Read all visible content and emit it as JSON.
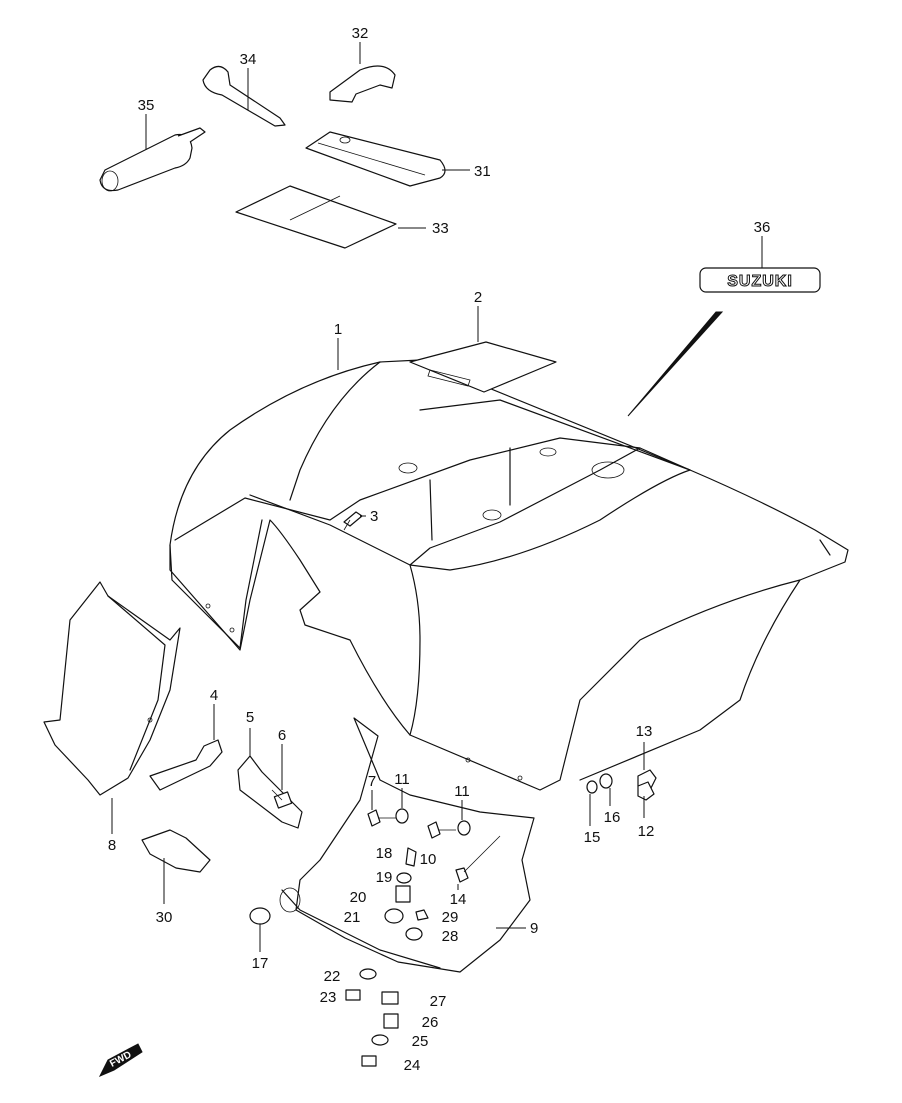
{
  "diagram": {
    "badge_text": "SUZUKI",
    "fwd_label": "FWD",
    "callouts": {
      "p1": "1",
      "p2": "2",
      "p3": "3",
      "p4": "4",
      "p5": "5",
      "p6": "6",
      "p7": "7",
      "p8": "8",
      "p9": "9",
      "p10": "10",
      "p11a": "11",
      "p11b": "11",
      "p12": "12",
      "p13": "13",
      "p14": "14",
      "p15": "15",
      "p16": "16",
      "p17": "17",
      "p18": "18",
      "p19": "19",
      "p20": "20",
      "p21": "21",
      "p22": "22",
      "p23": "23",
      "p24": "24",
      "p25": "25",
      "p26": "26",
      "p27": "27",
      "p28": "28",
      "p29": "29",
      "p30": "30",
      "p31": "31",
      "p32": "32",
      "p33": "33",
      "p34": "34",
      "p35": "35",
      "p36": "36"
    }
  }
}
